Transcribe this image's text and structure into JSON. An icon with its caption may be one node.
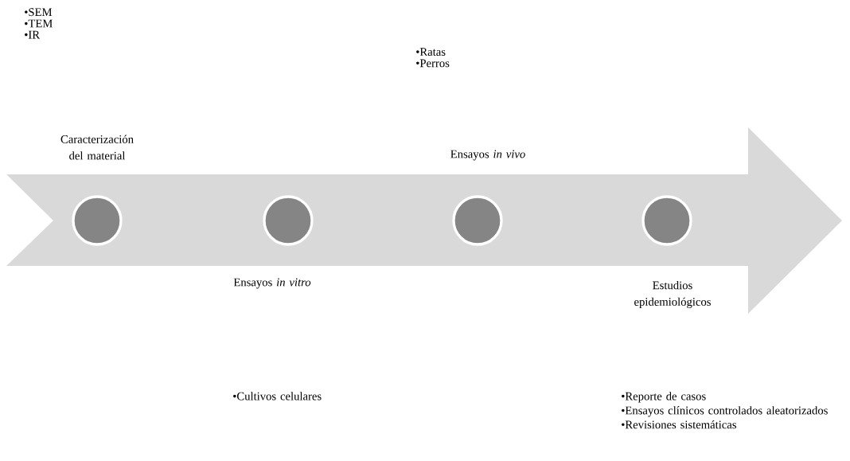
{
  "diagram": {
    "nodes": [
      {
        "text": [],
        "shape": "arrow"
      },
      {
        "text": [],
        "shape": "circle",
        "in": 0,
        "beside": [
          "Caracterización del material"
        ]
      },
      {
        "text": [],
        "shape": "circle",
        "in": 0,
        "beside": [
          "Ensayos *in vitro*"
        ]
      },
      {
        "text": [],
        "shape": "circle",
        "in": 0,
        "beside": [
          "Ensayos *in vivo*"
        ]
      },
      {
        "text": [],
        "shape": "circle",
        "in": 0,
        "beside": [
          "Estudios epidemiológicos"
        ]
      }
    ],
    "labels": [
      "•SEM",
      "•TEM",
      "•IR",
      "•Ratas",
      "•Perros",
      "•Cultivos celulares",
      "•Reporte de casos",
      "•Ensayos clínicos controlados aleatorizados",
      "•Revisiones sistemáticas"
    ]
  }
}
